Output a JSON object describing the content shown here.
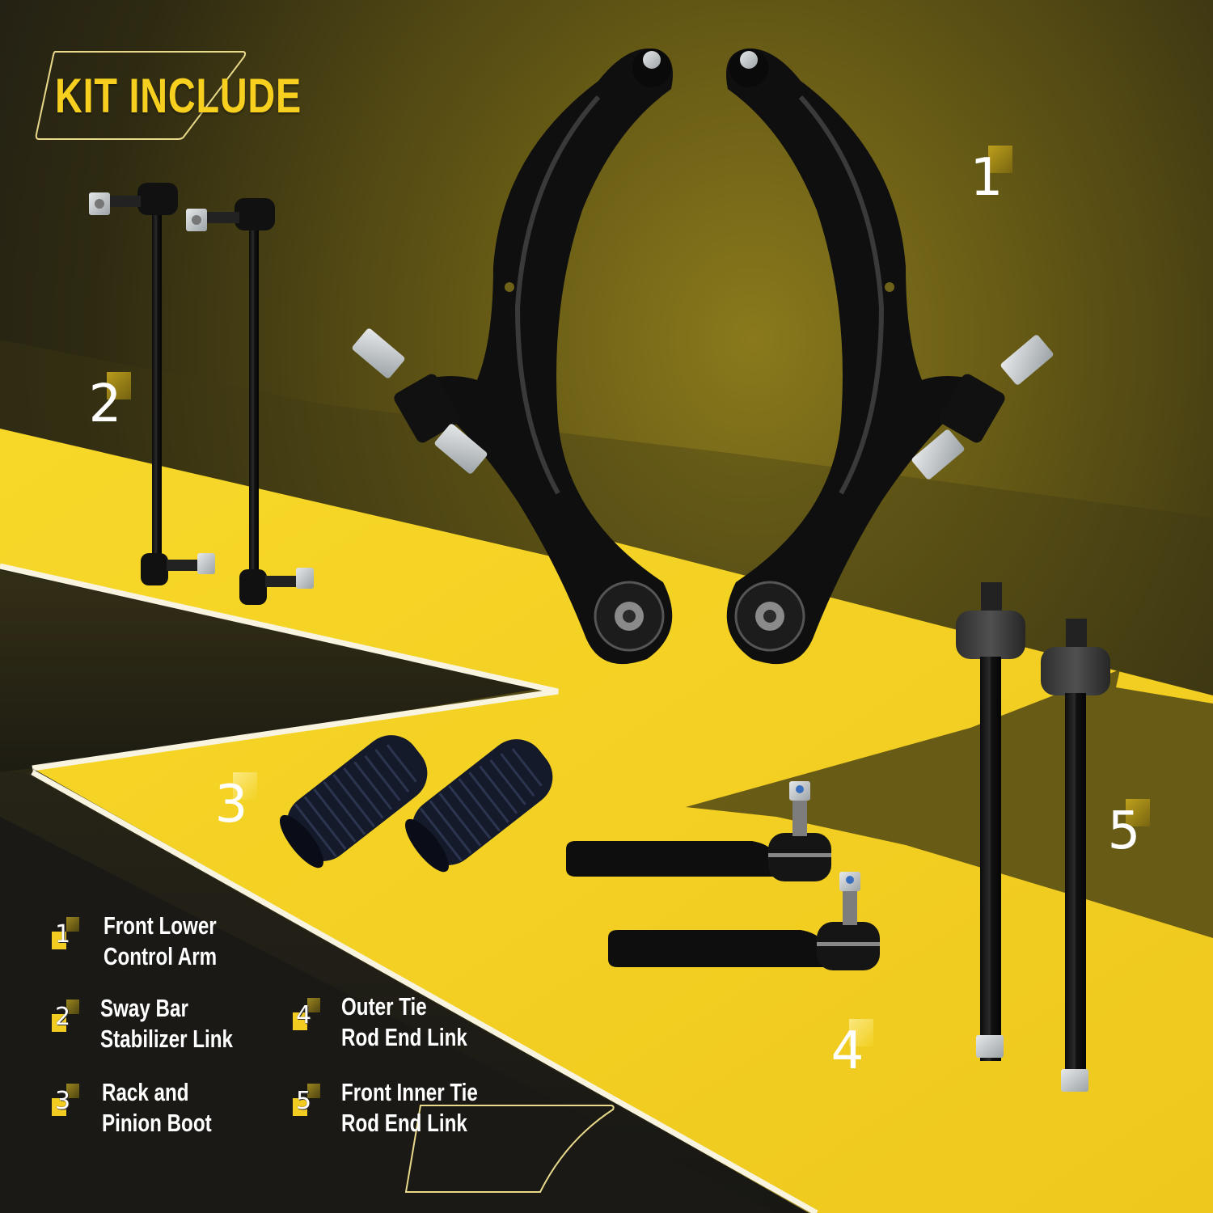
{
  "header": {
    "title": "KIT INCLUDE"
  },
  "theme": {
    "accent_yellow": "#f7cf1e",
    "band_yellow": "#f5d323",
    "dark_bg": "#1a1916",
    "olive_bg": "#6b5e16",
    "text_white": "#ffffff",
    "outline_gold": "#e9d98a"
  },
  "callouts": [
    {
      "number": "1",
      "part": "front-lower-control-arm",
      "quantity_shown": 2
    },
    {
      "number": "2",
      "part": "sway-bar-stabilizer-link",
      "quantity_shown": 2
    },
    {
      "number": "3",
      "part": "rack-and-pinion-boot",
      "quantity_shown": 2
    },
    {
      "number": "4",
      "part": "outer-tie-rod-end-link",
      "quantity_shown": 2
    },
    {
      "number": "5",
      "part": "front-inner-tie-rod-end-link",
      "quantity_shown": 2
    }
  ],
  "legend": {
    "items": [
      {
        "number": "1",
        "line1": "Front Lower",
        "line2": "Control Arm"
      },
      {
        "number": "2",
        "line1": "Sway Bar",
        "line2": "Stabilizer Link"
      },
      {
        "number": "3",
        "line1": "Rack and",
        "line2": "Pinion Boot"
      },
      {
        "number": "4",
        "line1": "Outer Tie",
        "line2": "Rod End Link"
      },
      {
        "number": "5",
        "line1": "Front Inner Tie",
        "line2": "Rod End Link"
      }
    ]
  }
}
